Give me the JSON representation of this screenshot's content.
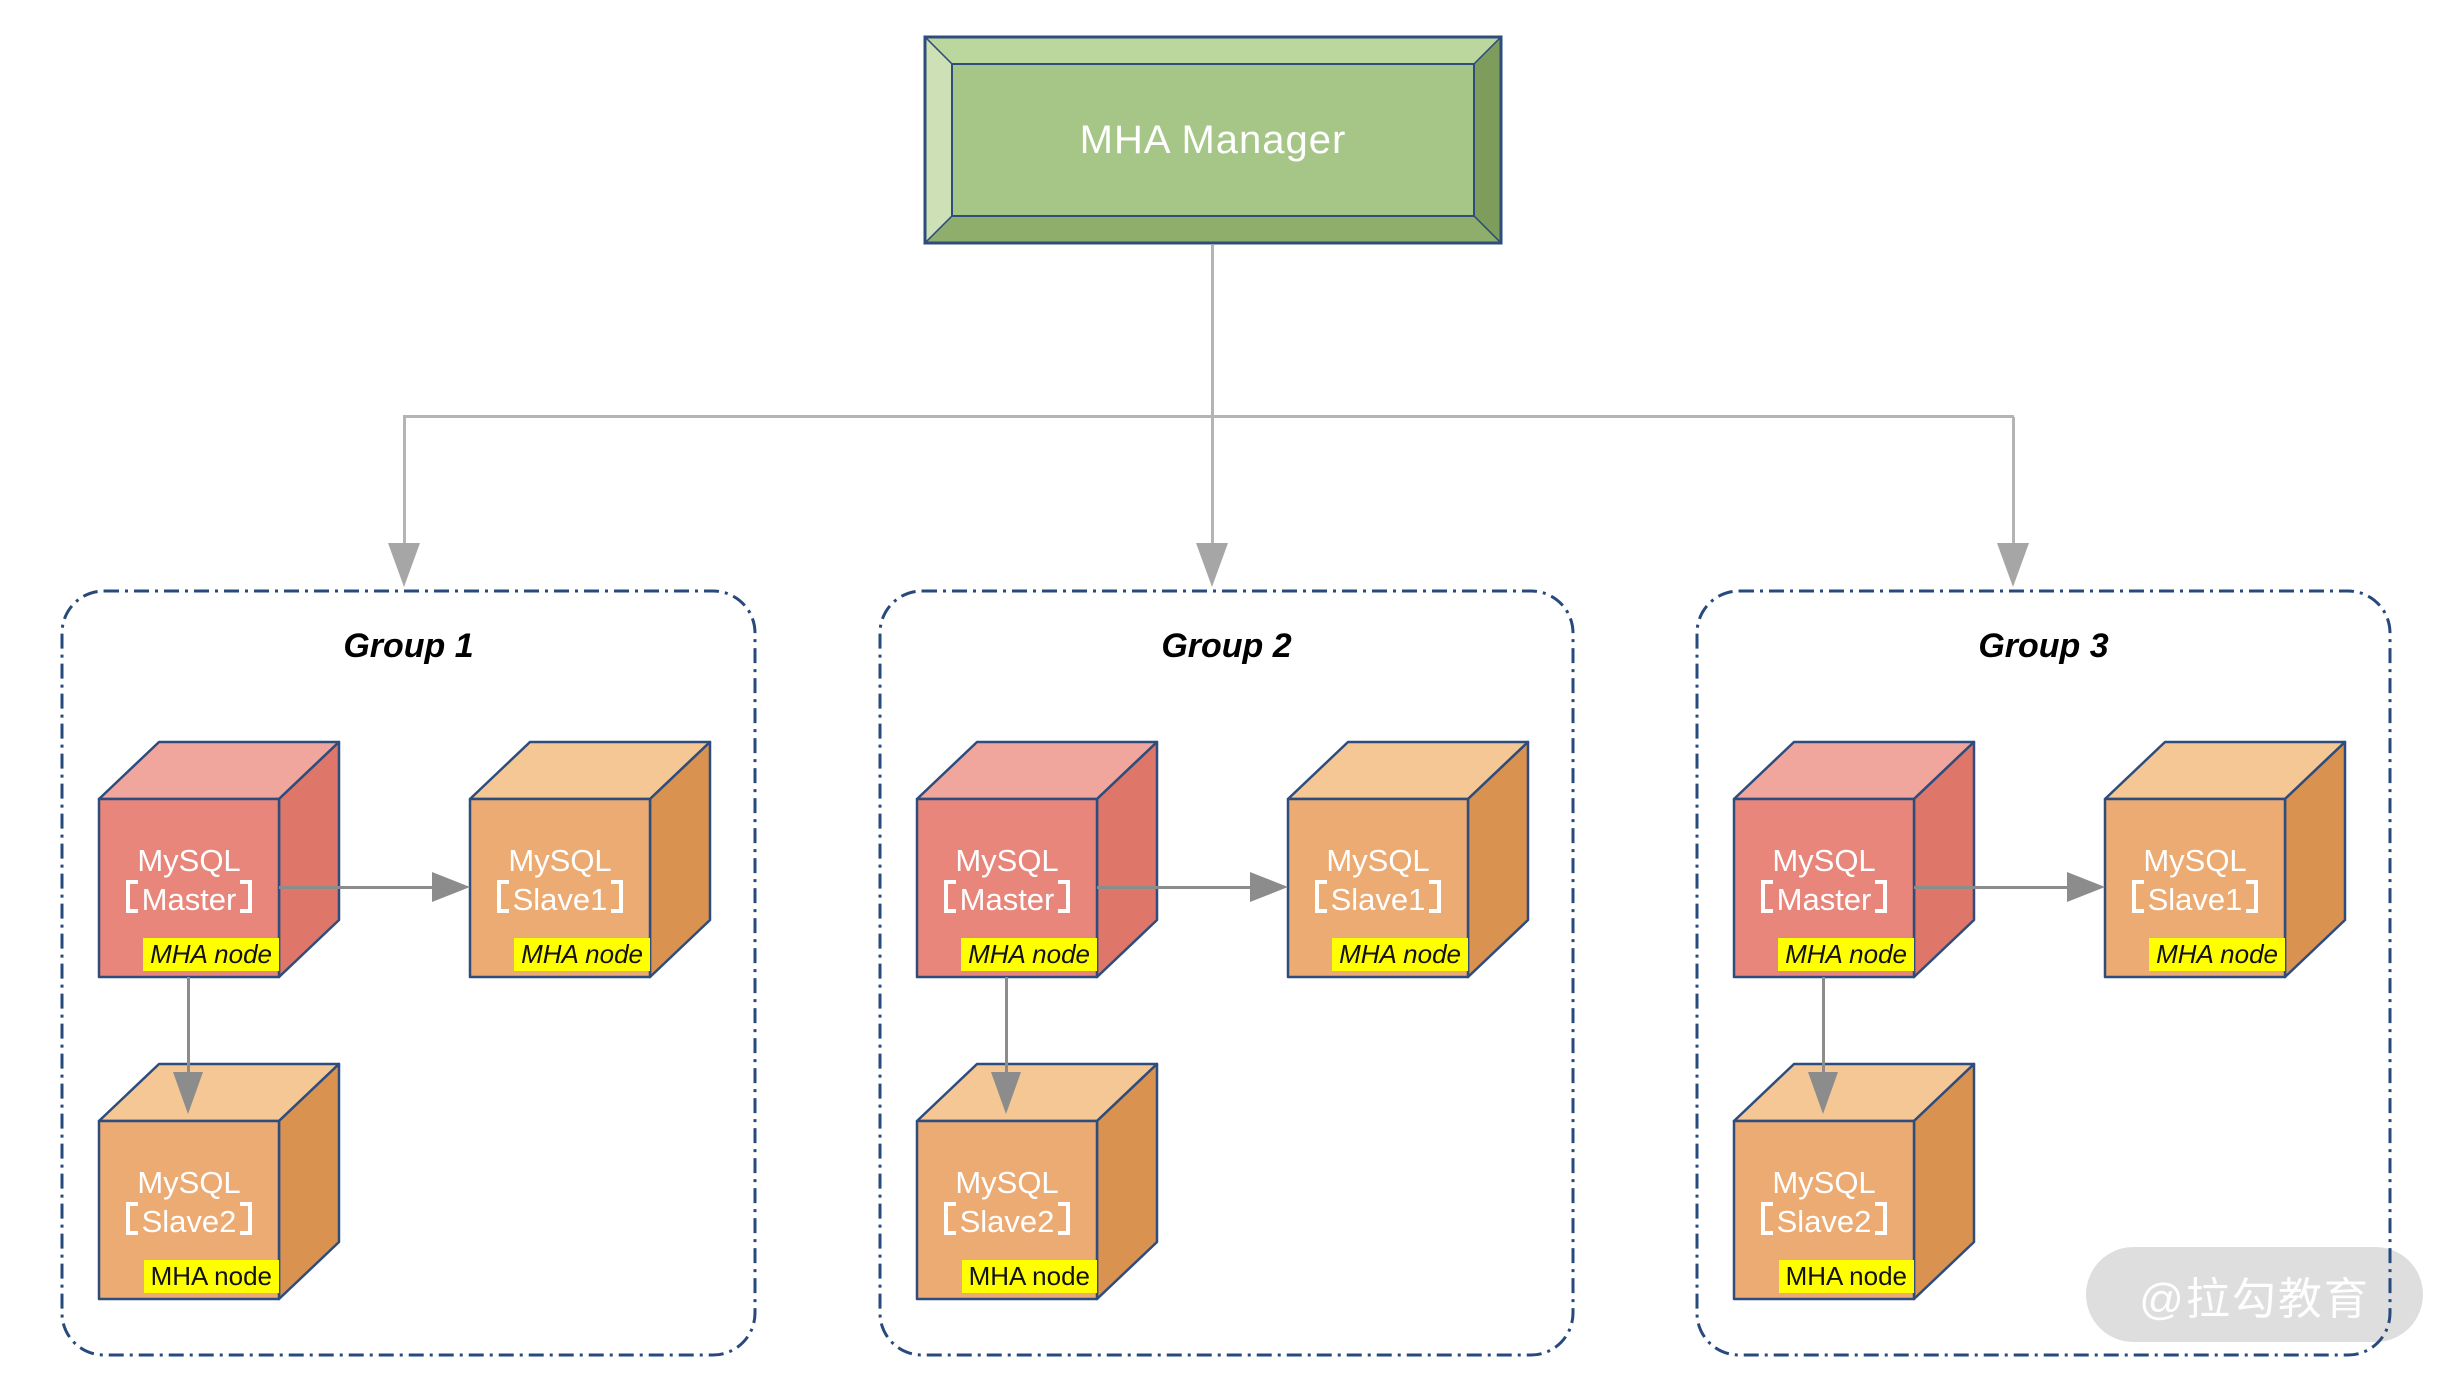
{
  "manager": {
    "label": "MHA Manager"
  },
  "groups": [
    {
      "title": "Group 1",
      "nodes": [
        {
          "product": "MySQL",
          "role": "【Master】",
          "badge": "MHA node"
        },
        {
          "product": "MySQL",
          "role": "【Slave1】",
          "badge": "MHA node"
        },
        {
          "product": "MySQL",
          "role": "【Slave2】",
          "badge": "MHA node"
        }
      ]
    },
    {
      "title": "Group 2",
      "nodes": [
        {
          "product": "MySQL",
          "role": "【Master】",
          "badge": "MHA node"
        },
        {
          "product": "MySQL",
          "role": "【Slave1】",
          "badge": "MHA node"
        },
        {
          "product": "MySQL",
          "role": "【Slave2】",
          "badge": "MHA node"
        }
      ]
    },
    {
      "title": "Group 3",
      "nodes": [
        {
          "product": "MySQL",
          "role": "【Master】",
          "badge": "MHA node"
        },
        {
          "product": "MySQL",
          "role": "【Slave1】",
          "badge": "MHA node"
        },
        {
          "product": "MySQL",
          "role": "【Slave2】",
          "badge": "MHA node"
        }
      ]
    }
  ],
  "watermark": {
    "text": "@拉勾教育"
  },
  "colors": {
    "accent_border": "#2E4C7C",
    "group_border": "#27497C",
    "manager_face": "#A5C687",
    "manager_bevel_top": "#BCD79D",
    "manager_bevel_left": "#CEE1B6",
    "manager_bevel_right": "#7E9C5B",
    "manager_bevel_bottom": "#8FAD6B",
    "master_front": "#E8867B",
    "master_top": "#F0A69D",
    "master_side": "#DE7669",
    "slave_front": "#ECAB73",
    "slave_top": "#F4C795",
    "slave_side": "#D9924F",
    "badge_bg": "#FFFF00",
    "tree_line": "#B4B4B4",
    "tree_arrow": "#A6A6A6",
    "node_arrow": "#8C8C8C"
  }
}
